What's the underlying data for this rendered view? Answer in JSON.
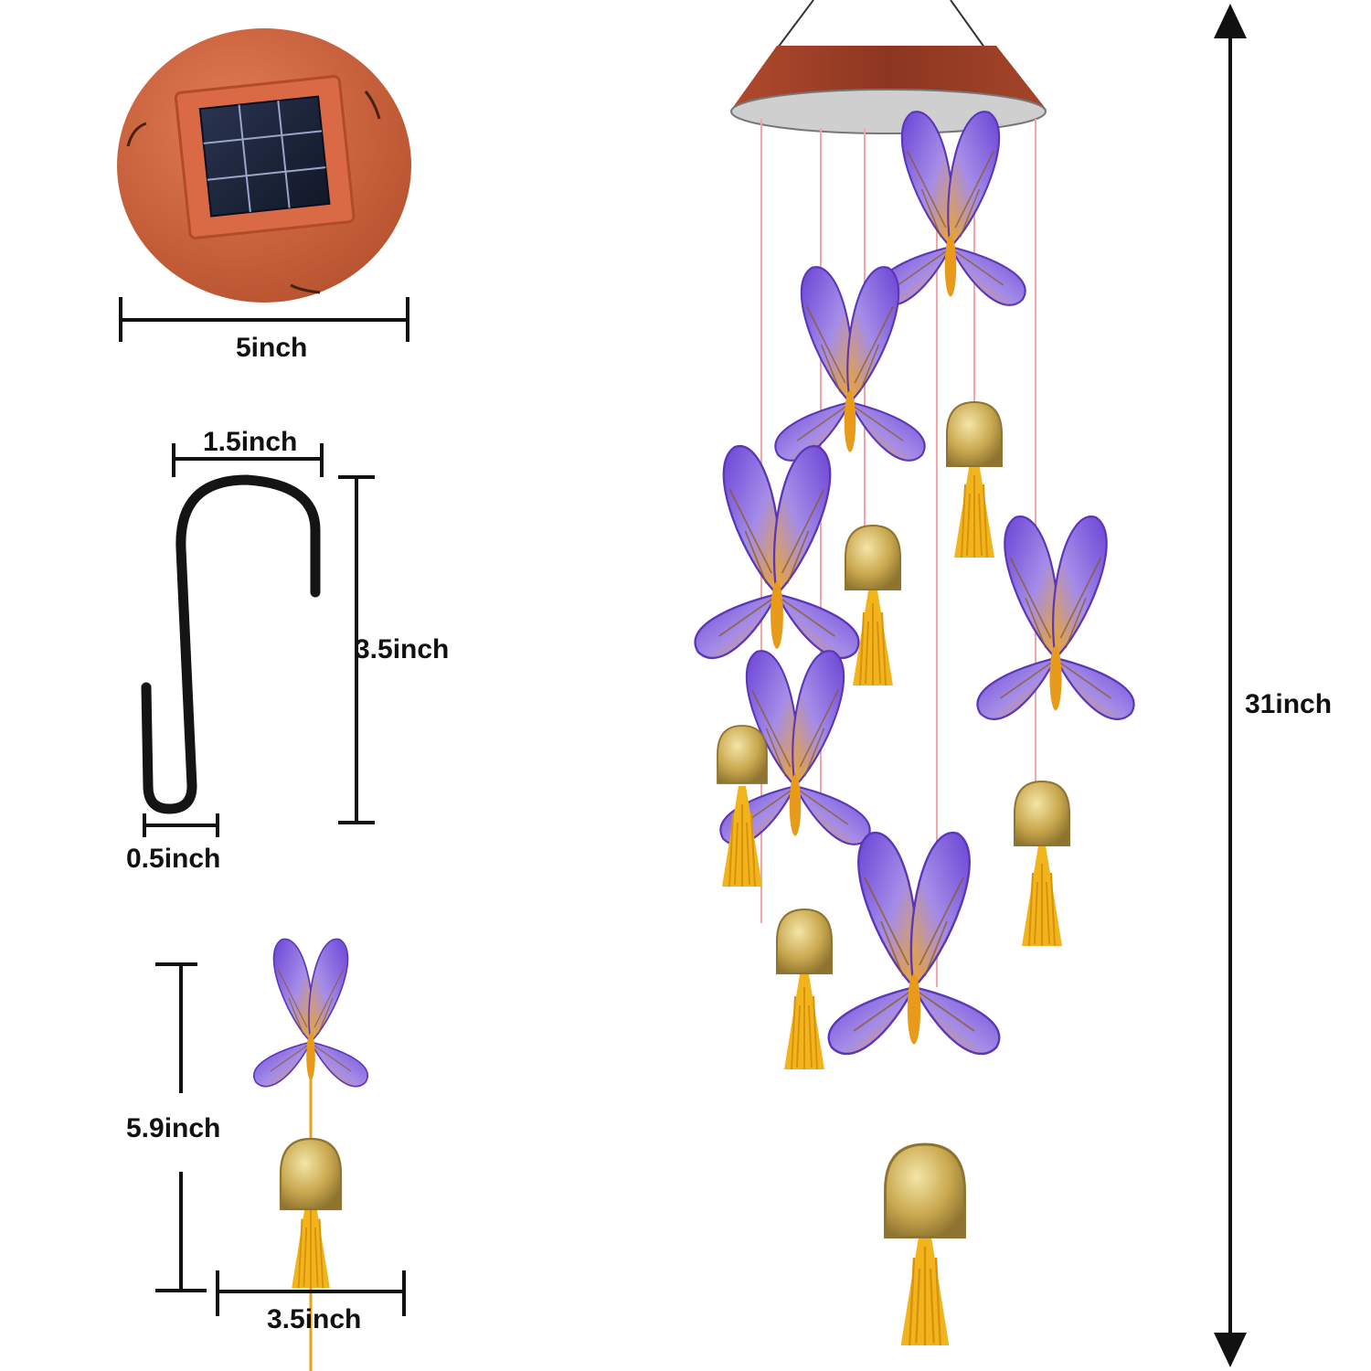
{
  "dimensions": {
    "solar_cap_width": "5inch",
    "hook_width": "1.5inch",
    "hook_height": "3.5inch",
    "hook_wire": "0.5inch",
    "pendant_height": "5.9inch",
    "pendant_width": "3.5inch",
    "total_length": "31inch"
  },
  "colors": {
    "wing_purple": "#7b55d6",
    "wing_amber": "#f0a820",
    "cap_red": "#a8492f",
    "bell_gold": "#c9a84f",
    "tassel": "#f2b41c",
    "string": "#f3a6a6",
    "hook": "#141414"
  }
}
